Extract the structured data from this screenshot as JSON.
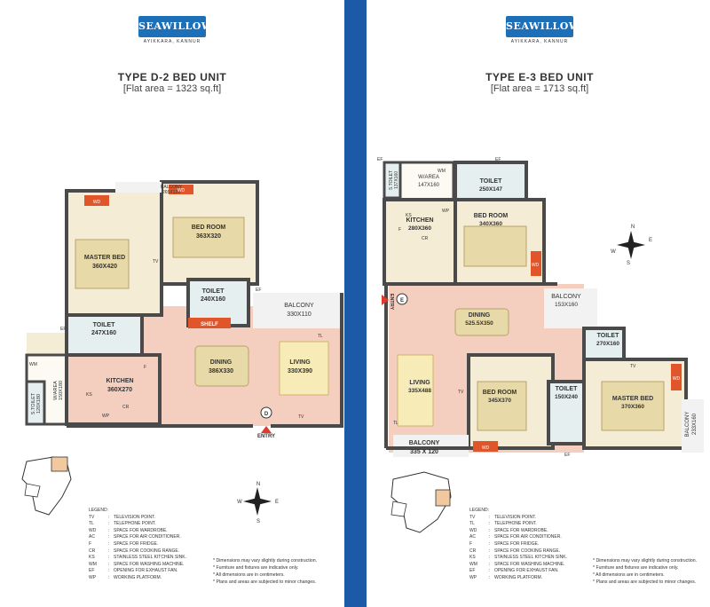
{
  "brand": {
    "name": "SEAWILLOW",
    "location": "AYIKKARA, KANNUR"
  },
  "left": {
    "title": "TYPE D-2 BED UNIT",
    "area": "[Flat area = 1323 sq.ft]",
    "rooms": {
      "balcony_top": "BALCONY",
      "balcony_top_dim": "265X120",
      "master_bed": "MASTER BED",
      "master_bed_dim": "360X420",
      "bed_room": "BED ROOM",
      "bed_room_dim": "363X320",
      "toilet1": "TOILET",
      "toilet1_dim": "240X160",
      "balcony_right": "BALCONY",
      "balcony_right_dim": "330X110",
      "toilet2": "TOILET",
      "toilet2_dim": "247X160",
      "shelf": "SHELF",
      "kitchen": "KITCHEN",
      "kitchen_dim": "360X270",
      "dining": "DINING",
      "dining_dim": "386X330",
      "living": "LIVING",
      "living_dim": "330X390",
      "warea": "W/AREA",
      "warea_dim": "150X180",
      "stoilet": "S.TOILET",
      "stoilet_dim": "120X180",
      "entry": "ENTRY",
      "unit": "D"
    },
    "codes": {
      "wd": "WD",
      "tv": "TV",
      "tl": "TL",
      "ef": "EF",
      "wm": "WM",
      "ks": "KS",
      "cr": "CR",
      "wp": "WP",
      "f": "F"
    }
  },
  "right": {
    "title": "TYPE E-3 BED UNIT",
    "area": "[Flat area = 1713 sq.ft]",
    "rooms": {
      "stoilet": "S.TOILET",
      "stoilet_dim": "137X160",
      "warea": "W/AREA",
      "warea_dim": "147X160",
      "toilet1": "TOILET",
      "toilet1_dim": "250X147",
      "kitchen": "KITCHEN",
      "kitchen_dim": "280X360",
      "bed_room1": "BED ROOM",
      "bed_room1_dim": "340X360",
      "dining": "DINING",
      "dining_dim": "525.5X350",
      "balcony1": "BALCONY",
      "balcony1_dim": "153X160",
      "living": "LIVING",
      "living_dim": "335X488",
      "toilet2": "TOILET",
      "toilet2_dim": "270X160",
      "bed_room2": "BED ROOM",
      "bed_room2_dim": "345X370",
      "toilet3": "TOILET",
      "toilet3_dim": "150X240",
      "master_bed": "MASTER BED",
      "master_bed_dim": "370X360",
      "balcony2": "BALCONY",
      "balcony2_dim": "233X160",
      "balcony3": "BALCONY",
      "balcony3_dim": "335 X 120",
      "entry": "ENTRY",
      "unit": "E"
    },
    "codes": {
      "wd": "WD",
      "tv": "TV",
      "tl": "TL",
      "ef": "EF",
      "wm": "WM",
      "ks": "KS",
      "cr": "CR",
      "wp": "WP",
      "f": "F"
    }
  },
  "compass": {
    "n": "N",
    "e": "E",
    "s": "S",
    "w": "W"
  },
  "legend": {
    "heading": "LEGEND:",
    "items": [
      {
        "k": "TV",
        "v": "TELEVISION POINT."
      },
      {
        "k": "TL",
        "v": "TELEPHONE POINT."
      },
      {
        "k": "WD",
        "v": "SPACE FOR WARDROBE."
      },
      {
        "k": "AC",
        "v": "SPACE FOR AIR CONDITIONER."
      },
      {
        "k": "F",
        "v": "SPACE FOR FRIDGE."
      },
      {
        "k": "CR",
        "v": "SPACE FOR COOKING RANGE."
      },
      {
        "k": "KS",
        "v": "STAINLESS STEEL KITCHEN SINK."
      },
      {
        "k": "WM",
        "v": "SPACE FOR WASHING MACHINE."
      },
      {
        "k": "EF",
        "v": "OPENING FOR EXHAUST FAN."
      },
      {
        "k": "WP",
        "v": "WORKING PLATFORM."
      }
    ]
  },
  "notes": [
    "* Dimensions may vary slightly during construction.",
    "* Furniture and fixtures are indicative only.",
    "* All dimensions are in centimeters.",
    "* Plans and areas are subjected to minor changes."
  ],
  "colors": {
    "divider": "#1c5aa8",
    "floor": "#f4cfbf",
    "room": "#f5ecd6",
    "wall": "#4a4a4a",
    "wardrobe": "#e0562a",
    "shelf": "#e0562a",
    "accent": "#1d6fb8",
    "arrow": "#e03a2a"
  }
}
